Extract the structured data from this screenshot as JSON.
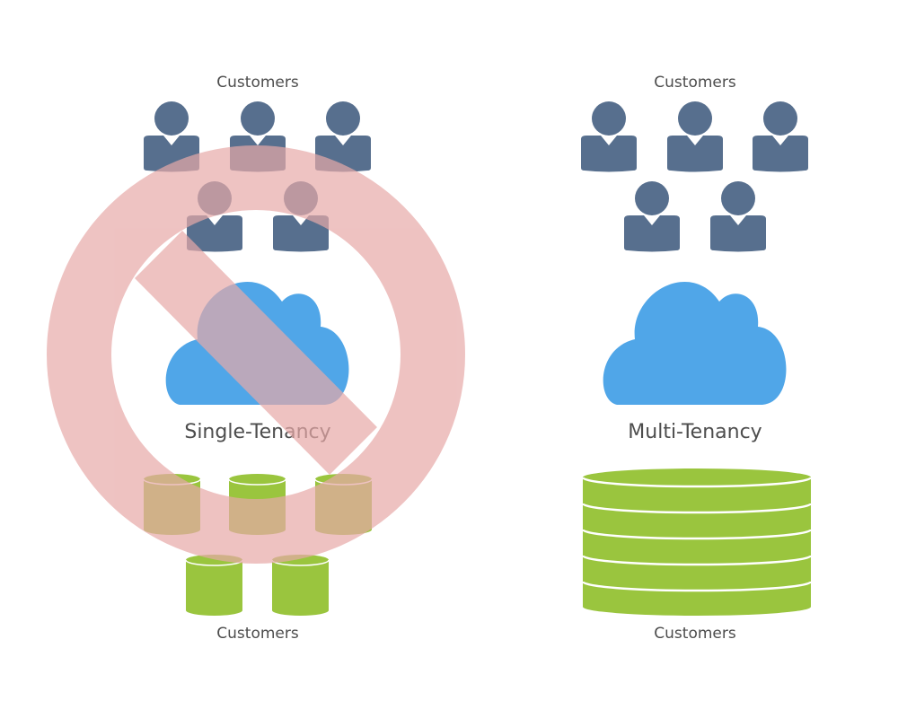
{
  "colors": {
    "person": "#576f8e",
    "cloud": "#50a6e8",
    "database": "#9ac53e",
    "database_line": "#ffffff",
    "prohibition": "#e7a9a8",
    "text": "#4d4d4d"
  },
  "single": {
    "top_label": "Customers",
    "title": "Single-Tenancy",
    "bottom_label": "Customers",
    "icons": {
      "person": "person-icon",
      "cloud": "cloud-icon",
      "database": "database-icon",
      "prohibition": "prohibition-icon"
    }
  },
  "multi": {
    "top_label": "Customers",
    "title": "Multi-Tenancy",
    "bottom_label": "Customers",
    "icons": {
      "person": "person-icon",
      "cloud": "cloud-icon",
      "database": "stacked-database-icon"
    }
  }
}
